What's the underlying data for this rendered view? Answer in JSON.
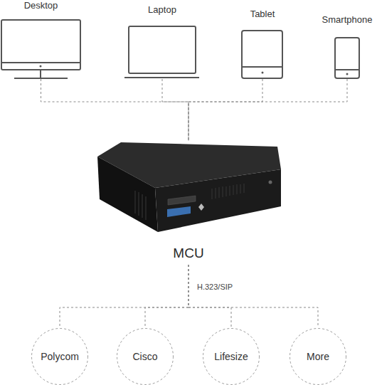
{
  "diagram": {
    "nodes": [
      {
        "text": [
          "Desktop"
        ]
      },
      {
        "text": [
          "Laptop"
        ]
      },
      {
        "text": [
          "Tablet"
        ]
      },
      {
        "text": [
          "Smartphone"
        ]
      },
      {
        "text": [
          "MCU"
        ]
      },
      {
        "text": [
          "Polycom"
        ]
      },
      {
        "text": [
          "Cisco"
        ]
      },
      {
        "text": [
          "Lifesize"
        ]
      },
      {
        "text": [
          "More"
        ]
      }
    ],
    "edges": [
      {
        "from": 0,
        "to": 4,
        "arrow": "none"
      },
      {
        "from": 1,
        "to": 4,
        "arrow": "none"
      },
      {
        "from": 2,
        "to": 4,
        "arrow": "none"
      },
      {
        "from": 3,
        "to": 4,
        "arrow": "none"
      },
      {
        "from": 4,
        "to": 5,
        "arrow": "none"
      },
      {
        "from": 4,
        "to": 6,
        "arrow": "none"
      },
      {
        "from": 4,
        "to": 7,
        "arrow": "none"
      },
      {
        "from": 4,
        "to": 8,
        "arrow": "none"
      }
    ],
    "labels": [
      "H.323/SIP"
    ]
  }
}
